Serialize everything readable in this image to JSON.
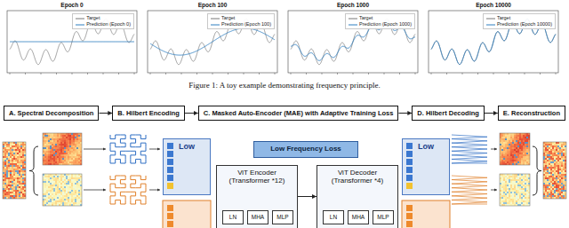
{
  "diagram": {
    "caption": "Figure 1: A toy example demonstrating frequency principle.",
    "nodes": [
      {
        "text": [
          "A. Spectral Decomposition"
        ]
      },
      {
        "text": [
          "B. Hilbert Encoding"
        ]
      },
      {
        "text": [
          "C. Masked Auto-Encoder (MAE) with Adaptive Training Loss"
        ]
      },
      {
        "text": [
          "D. Hilbert Decoding"
        ]
      },
      {
        "text": [
          "E. Reconstruction"
        ]
      },
      {
        "text": [
          "Low"
        ]
      },
      {
        "text": [
          "Low Frequency Loss"
        ]
      },
      {
        "text": [
          "ViT Encoder (Transformer *12)"
        ]
      },
      {
        "text": [
          "LN"
        ],
        "in": 7
      },
      {
        "text": [
          "MHA"
        ],
        "in": 7
      },
      {
        "text": [
          "MLP"
        ],
        "in": 7
      },
      {
        "text": [
          "ViT Decoder (Transformer *4)"
        ]
      },
      {
        "text": [
          "LN"
        ],
        "in": 11
      },
      {
        "text": [
          "MHA"
        ],
        "in": 11
      },
      {
        "text": [
          "MLP"
        ],
        "in": 11
      },
      {
        "text": [
          "Low"
        ]
      }
    ],
    "edges": [
      {
        "from": 0,
        "to": 1,
        "arrow": "to"
      },
      {
        "from": 1,
        "to": 2,
        "arrow": "to"
      },
      {
        "from": 2,
        "to": 3,
        "arrow": "to"
      },
      {
        "from": 3,
        "to": 4,
        "arrow": "to"
      },
      {
        "from": 7,
        "to": 11,
        "arrow": "to"
      }
    ],
    "labels": [
      "Epoch 0",
      "Epoch 100",
      "Epoch 1000",
      "Epoch 10000"
    ],
    "legend": [
      {
        "text": "Target"
      },
      {
        "text": "Prediction (Epoch 0)"
      },
      {
        "text": "Target"
      },
      {
        "text": "Prediction (Epoch 100)"
      },
      {
        "text": "Target"
      },
      {
        "text": "Prediction (Epoch 1000)"
      },
      {
        "text": "Target"
      },
      {
        "text": "Prediction (Epoch 10000)"
      }
    ]
  }
}
